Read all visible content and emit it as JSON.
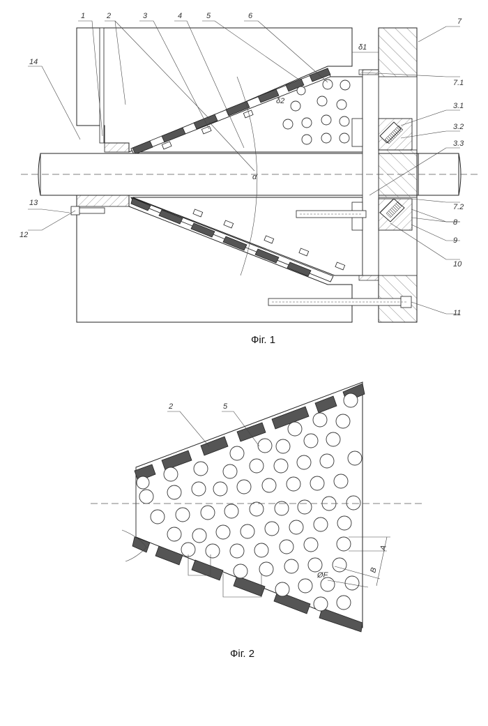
{
  "figure1": {
    "caption": "Фіг. 1",
    "labels": [
      "1",
      "2",
      "3",
      "4",
      "5",
      "6",
      "7",
      "7.1",
      "3.1",
      "3.2",
      "3.3",
      "7.2",
      "8",
      "9",
      "10",
      "11",
      "12",
      "13",
      "14"
    ],
    "dims": {
      "delta1": "δ1",
      "delta2": "δ2",
      "alpha": "α"
    }
  },
  "figure2": {
    "caption": "Фіг. 2",
    "labels": [
      "2",
      "5"
    ],
    "dims": {
      "a": "A",
      "b": "B",
      "diameter": "ØF"
    }
  }
}
